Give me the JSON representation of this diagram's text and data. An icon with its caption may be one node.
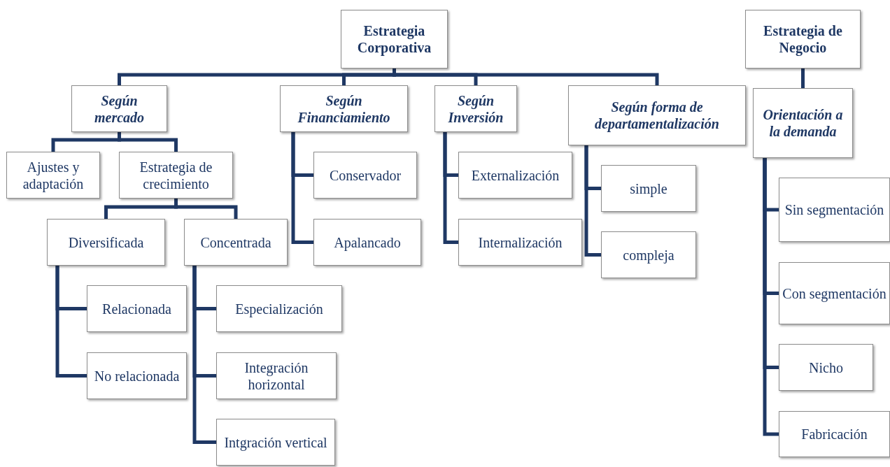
{
  "diagram": {
    "nodes": [
      {
        "text": [
          "Estrategia Corporativa"
        ]
      },
      {
        "text": [
          "Según mercado"
        ]
      },
      {
        "text": [
          "Según Financiamiento"
        ]
      },
      {
        "text": [
          "Según Inversión"
        ]
      },
      {
        "text": [
          "Según forma de departamentalización"
        ]
      },
      {
        "text": [
          "Ajustes y adaptación"
        ]
      },
      {
        "text": [
          "Estrategia de crecimiento"
        ]
      },
      {
        "text": [
          "Diversificada"
        ]
      },
      {
        "text": [
          "Concentrada"
        ]
      },
      {
        "text": [
          "Relacionada"
        ]
      },
      {
        "text": [
          "No relacionada"
        ]
      },
      {
        "text": [
          "Especialización"
        ]
      },
      {
        "text": [
          "Integración horizontal"
        ]
      },
      {
        "text": [
          "Intgración vertical"
        ]
      },
      {
        "text": [
          "Conservador"
        ]
      },
      {
        "text": [
          "Apalancado"
        ]
      },
      {
        "text": [
          "Externalización"
        ]
      },
      {
        "text": [
          "Internalización"
        ]
      },
      {
        "text": [
          "simple"
        ]
      },
      {
        "text": [
          "compleja"
        ]
      },
      {
        "text": [
          "Estrategia de Negocio"
        ]
      },
      {
        "text": [
          "Orientación a la demanda"
        ]
      },
      {
        "text": [
          "Sin segmentación"
        ]
      },
      {
        "text": [
          "Con segmentación"
        ]
      },
      {
        "text": [
          "Nicho"
        ]
      },
      {
        "text": [
          "Fabricación"
        ]
      }
    ],
    "edges": [
      {
        "from": 0,
        "to": 1,
        "arrow": "none"
      },
      {
        "from": 0,
        "to": 2,
        "arrow": "none"
      },
      {
        "from": 0,
        "to": 3,
        "arrow": "none"
      },
      {
        "from": 0,
        "to": 4,
        "arrow": "none"
      },
      {
        "from": 1,
        "to": 5,
        "arrow": "none"
      },
      {
        "from": 1,
        "to": 6,
        "arrow": "none"
      },
      {
        "from": 6,
        "to": 7,
        "arrow": "none"
      },
      {
        "from": 6,
        "to": 8,
        "arrow": "none"
      },
      {
        "from": 7,
        "to": 9,
        "arrow": "none"
      },
      {
        "from": 7,
        "to": 10,
        "arrow": "none"
      },
      {
        "from": 8,
        "to": 11,
        "arrow": "none"
      },
      {
        "from": 8,
        "to": 12,
        "arrow": "none"
      },
      {
        "from": 8,
        "to": 13,
        "arrow": "none"
      },
      {
        "from": 2,
        "to": 14,
        "arrow": "none"
      },
      {
        "from": 2,
        "to": 15,
        "arrow": "none"
      },
      {
        "from": 3,
        "to": 16,
        "arrow": "none"
      },
      {
        "from": 3,
        "to": 17,
        "arrow": "none"
      },
      {
        "from": 4,
        "to": 18,
        "arrow": "none"
      },
      {
        "from": 4,
        "to": 19,
        "arrow": "none"
      },
      {
        "from": 20,
        "to": 21,
        "arrow": "none"
      },
      {
        "from": 21,
        "to": 22,
        "arrow": "none"
      },
      {
        "from": 21,
        "to": 23,
        "arrow": "none"
      },
      {
        "from": 21,
        "to": 24,
        "arrow": "none"
      },
      {
        "from": 21,
        "to": 25,
        "arrow": "none"
      }
    ]
  }
}
